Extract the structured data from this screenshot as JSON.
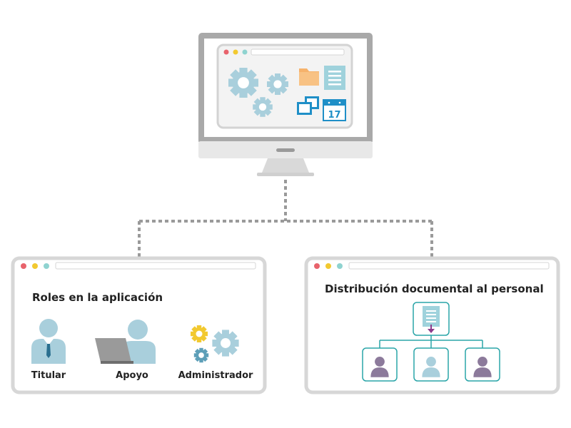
{
  "monitor": {
    "icons": [
      "gear-icon",
      "folder-icon",
      "document-icon",
      "windows-icon",
      "calendar-icon"
    ],
    "calendar_day": "17"
  },
  "left_panel": {
    "title": "Roles en la aplicación",
    "roles": [
      {
        "label": "Titular",
        "icon": "user-tie-icon"
      },
      {
        "label": "Apoyo",
        "icon": "user-laptop-icon"
      },
      {
        "label": "Administrador",
        "icon": "gears-icon"
      }
    ]
  },
  "right_panel": {
    "title": "Distribución documental al personal",
    "icons": [
      "document-icon",
      "person-icon",
      "person-icon",
      "person-icon"
    ]
  },
  "colors": {
    "frame": "#d7d7d7",
    "gear": "#a9cfdc",
    "accent_teal": "#2aa5a8",
    "blue": "#1f8fc7",
    "orange": "#f6b26b",
    "purple": "#8c7a9b",
    "dot_red": "#e8636c",
    "dot_yellow": "#f2c930",
    "dot_teal": "#8fd3d0"
  }
}
